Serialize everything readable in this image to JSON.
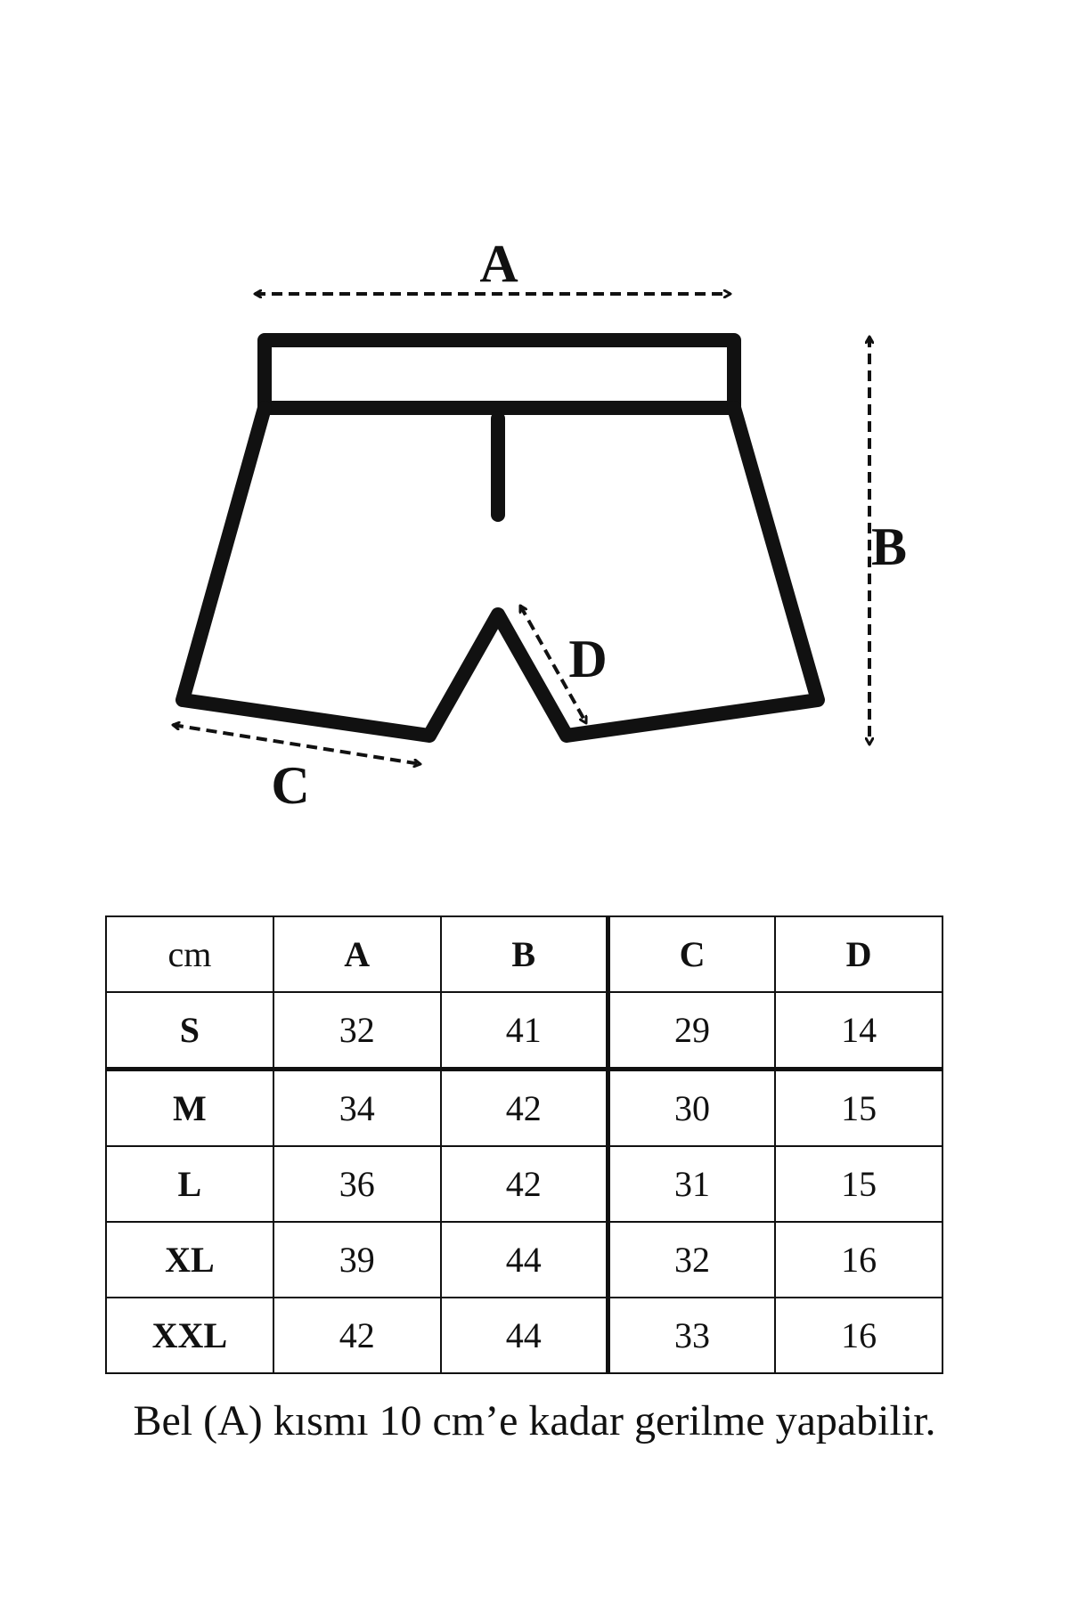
{
  "diagram": {
    "labels": {
      "a": "A",
      "b": "B",
      "c": "C",
      "d": "D"
    },
    "line_color": "#111111"
  },
  "table": {
    "header": [
      "cm",
      "A",
      "B",
      "C",
      "D"
    ],
    "rows": [
      [
        "S",
        "32",
        "41",
        "29",
        "14"
      ],
      [
        "M",
        "34",
        "42",
        "30",
        "15"
      ],
      [
        "L",
        "36",
        "42",
        "31",
        "15"
      ],
      [
        "XL",
        "39",
        "44",
        "32",
        "16"
      ],
      [
        "XXL",
        "42",
        "44",
        "33",
        "16"
      ]
    ]
  },
  "note": "Bel (A) kısmı 10 cm’e kadar gerilme yapabilir."
}
